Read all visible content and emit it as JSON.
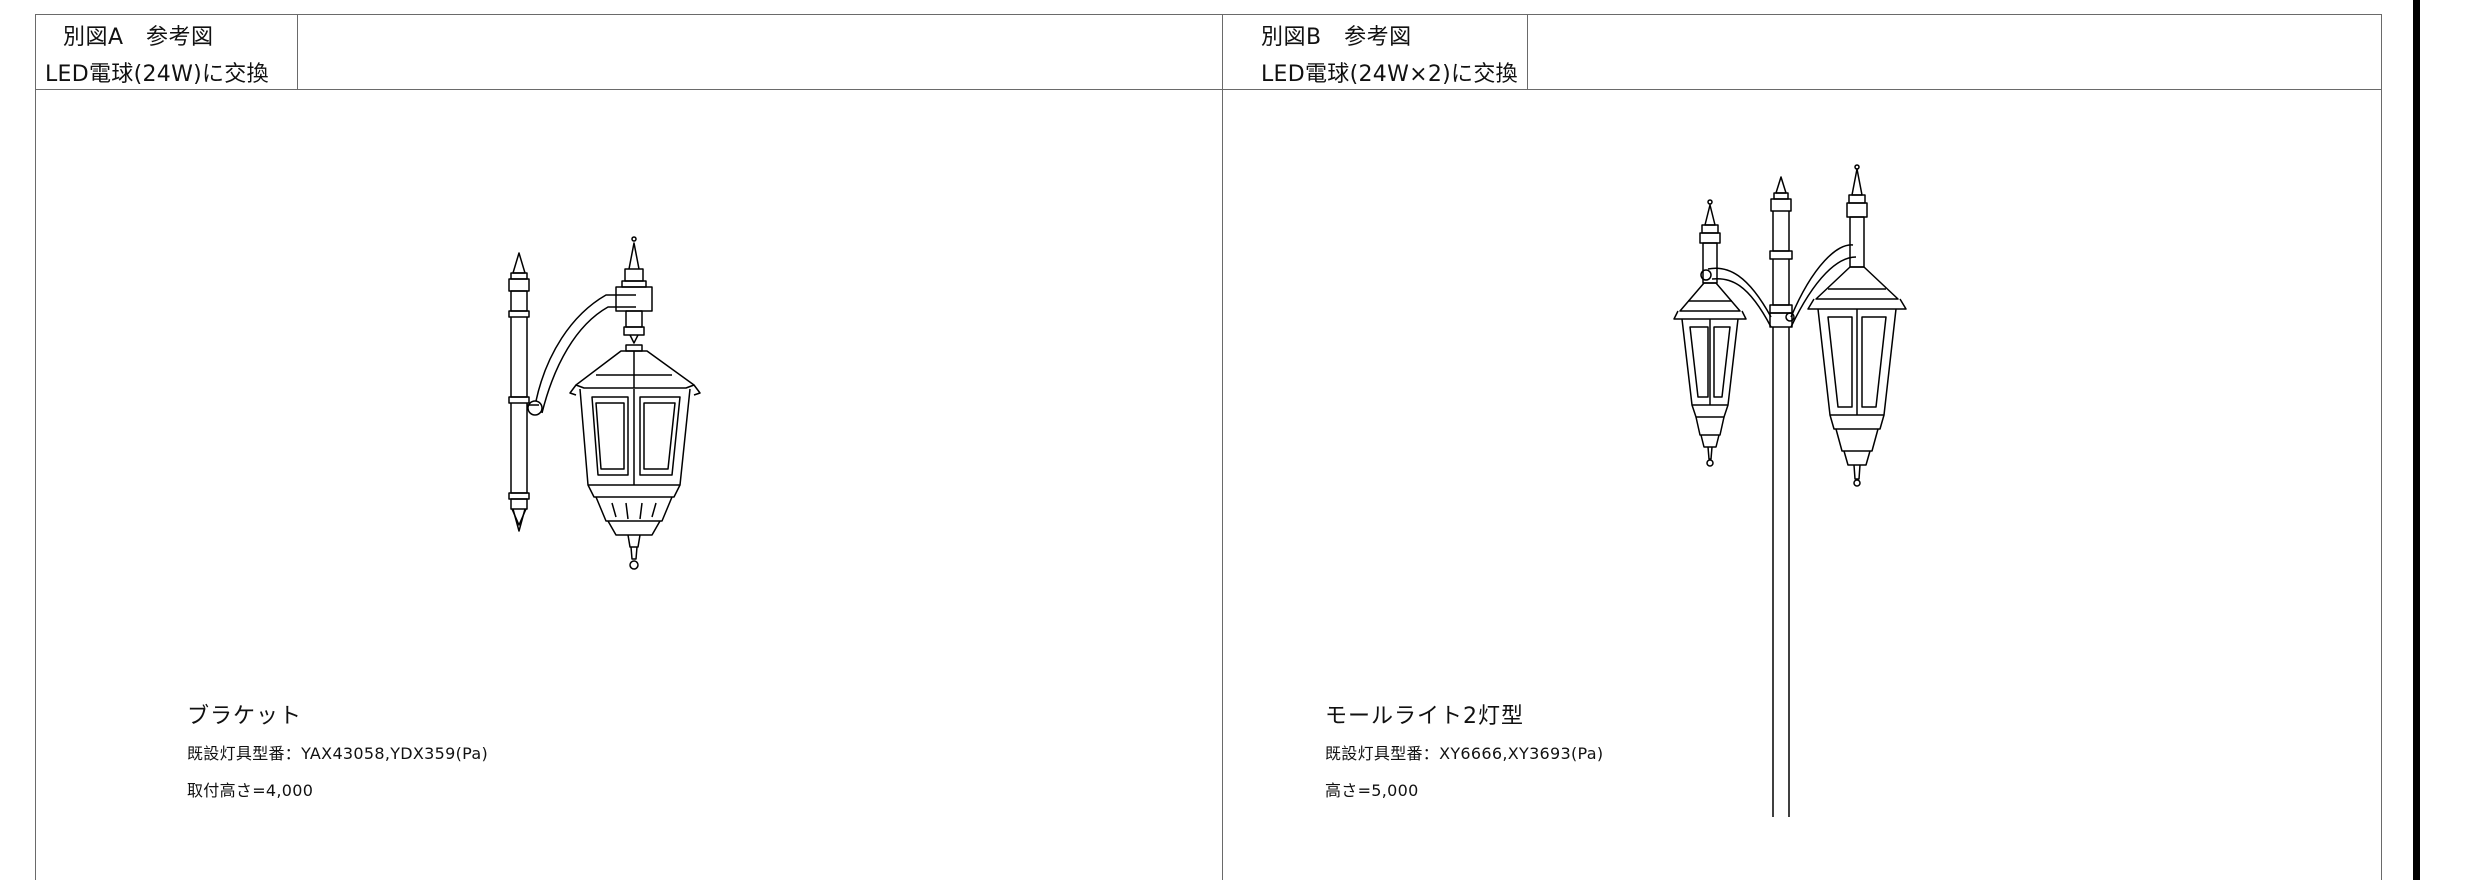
{
  "panels": [
    {
      "header_title": "別図A　参考図",
      "header_subtitle": "LED電球(24W)に交換",
      "fixture_name": "ブラケット",
      "spec_model": "既設灯具型番：YAX43058,YDX359(Pa)",
      "spec_height": "取付高さ=4,000",
      "illustration": "wall-bracket-lantern-icon"
    },
    {
      "header_title": "別図B　参考図",
      "header_subtitle": "LED電球(24W×2)に交換",
      "fixture_name": "モールライト2灯型",
      "spec_model": "既設灯具型番：XY6666,XY3693(Pa)",
      "spec_height": "高さ=5,000",
      "illustration": "twin-lantern-pole-icon"
    }
  ],
  "colors": {
    "line": "#000000",
    "frame": "#6a6a6a",
    "background": "#ffffff"
  }
}
